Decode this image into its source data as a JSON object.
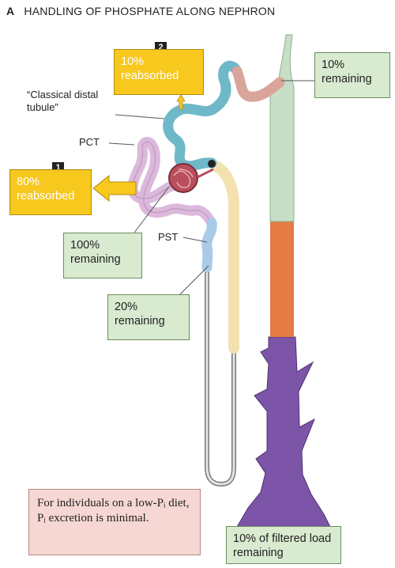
{
  "title": {
    "letter": "A",
    "text": "HANDLING OF PHOSPHATE ALONG NEPHRON"
  },
  "steps": [
    {
      "number": "1",
      "text": "80% reabsorbed"
    },
    {
      "number": "2",
      "text": "10% reabsorbed"
    }
  ],
  "remaining": {
    "glomerulus": "100% remaining",
    "pst": "20% remaining",
    "distal": "10% remaining",
    "final": "10% of filtered load remaining"
  },
  "labels": {
    "pct": "PCT",
    "pst": "PST",
    "distal": "“Classical distal tubule”"
  },
  "note": "For individuals on a low-Pᵢ diet, Pᵢ excretion is minimal.",
  "colors": {
    "pct": "#dcb9dc",
    "pst": "#a9cbe8",
    "distal": "#6fb8c8",
    "thick_ascending": "#f3e2b0",
    "thin_limb": "#b9b9b9",
    "connecting": "#d9a59a",
    "collecting_upper": "#c6dfc6",
    "collecting_middle": "#e57a45",
    "collecting_lower": "#7c55a8",
    "glomerulus": "#b84f5e",
    "callout_green": "#d8ead0",
    "callout_yellow": "#f7c81e",
    "note_pink": "#f6d7d3"
  }
}
